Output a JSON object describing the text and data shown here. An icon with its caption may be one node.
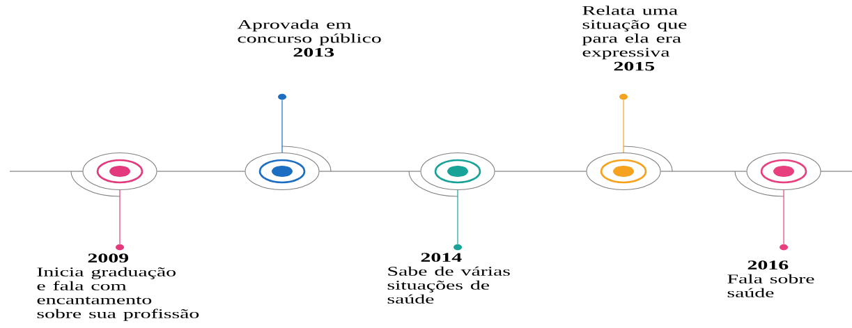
{
  "diagram": {
    "nodes": [
      {
        "text": [],
        "shape": "circle"
      },
      {
        "text": [],
        "shape": "circle"
      },
      {
        "text": [],
        "shape": "circle"
      },
      {
        "text": [],
        "shape": "circle"
      },
      {
        "text": [],
        "shape": "circle"
      },
      {
        "text": [],
        "shape": "circle"
      },
      {
        "text": [],
        "shape": "circle"
      },
      {
        "text": [],
        "shape": "circle"
      },
      {
        "text": [],
        "shape": "circle"
      },
      {
        "text": [],
        "shape": "circle"
      },
      {
        "text": [
          "2009",
          "Inicia graduação e fala com encantamento sobre sua profissão"
        ]
      },
      {
        "text": [
          "Aprovada em concurso público",
          "2013"
        ]
      },
      {
        "text": [
          "2014",
          "Sabe de várias situações de saúde"
        ]
      },
      {
        "text": [
          "Relata uma situação que para ela era expressiva",
          "2015"
        ]
      },
      {
        "text": [
          "2016",
          "Fala sobre saúde"
        ]
      }
    ],
    "edges": [
      {
        "from": 0,
        "to": 1,
        "arrow": "none"
      },
      {
        "from": 1,
        "to": 2,
        "arrow": "none"
      },
      {
        "from": 2,
        "to": 3,
        "arrow": "none"
      },
      {
        "from": 3,
        "to": 4,
        "arrow": "none"
      },
      {
        "from": 0,
        "to": 5,
        "arrow": "none",
        "color": "#e23a7c"
      },
      {
        "from": 1,
        "to": 6,
        "arrow": "none",
        "color": "#1b6ec2"
      },
      {
        "from": 2,
        "to": 7,
        "arrow": "none",
        "color": "#17a398"
      },
      {
        "from": 3,
        "to": 8,
        "arrow": "none",
        "color": "#f5a21e"
      },
      {
        "from": 4,
        "to": 9,
        "arrow": "none",
        "color": "#e8407f"
      }
    ]
  }
}
